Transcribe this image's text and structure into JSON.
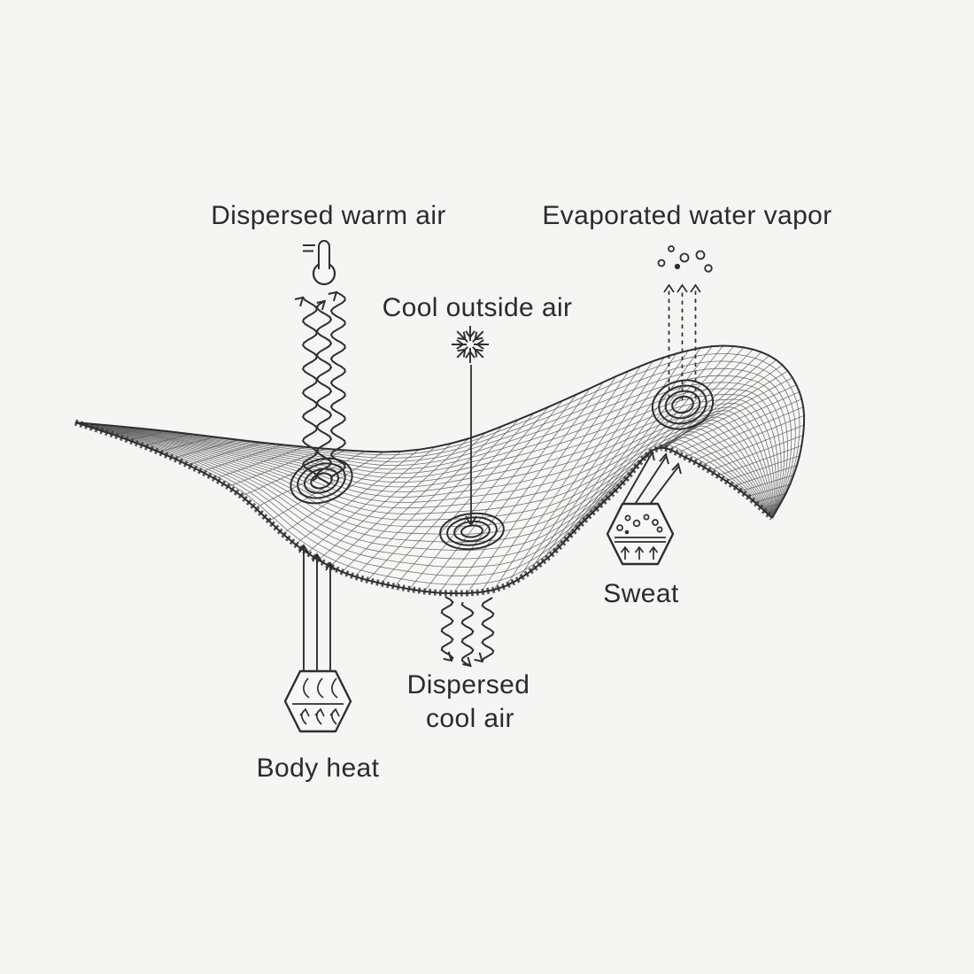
{
  "colors": {
    "background": "#f5f5f3",
    "ink": "#2e2e2e",
    "text": "#2b2b2b"
  },
  "labels": {
    "dispersed_warm_air": "Dispersed warm air",
    "evaporated_water_vapor": "Evaporated water vapor",
    "cool_outside_air": "Cool outside air",
    "sweat": "Sweat",
    "dispersed_cool_air_line1": "Dispersed",
    "dispersed_cool_air_line2": "cool air",
    "body_heat": "Body heat"
  },
  "icons": {
    "thermometer": "thermometer-icon",
    "snowflake": "snowflake-icon",
    "vapor_bubbles": "vapor-bubbles-icon",
    "vapor_arrows": "dashed-up-arrows",
    "warm_air_waves": "wavy-up-arrows",
    "cool_air_waves": "wavy-down-arrows",
    "sweat_hexagon": "sweat-hexagon-icon",
    "body_heat_hexagon": "body-heat-hexagon-icon",
    "fabric": "mesh-fabric-surface"
  }
}
